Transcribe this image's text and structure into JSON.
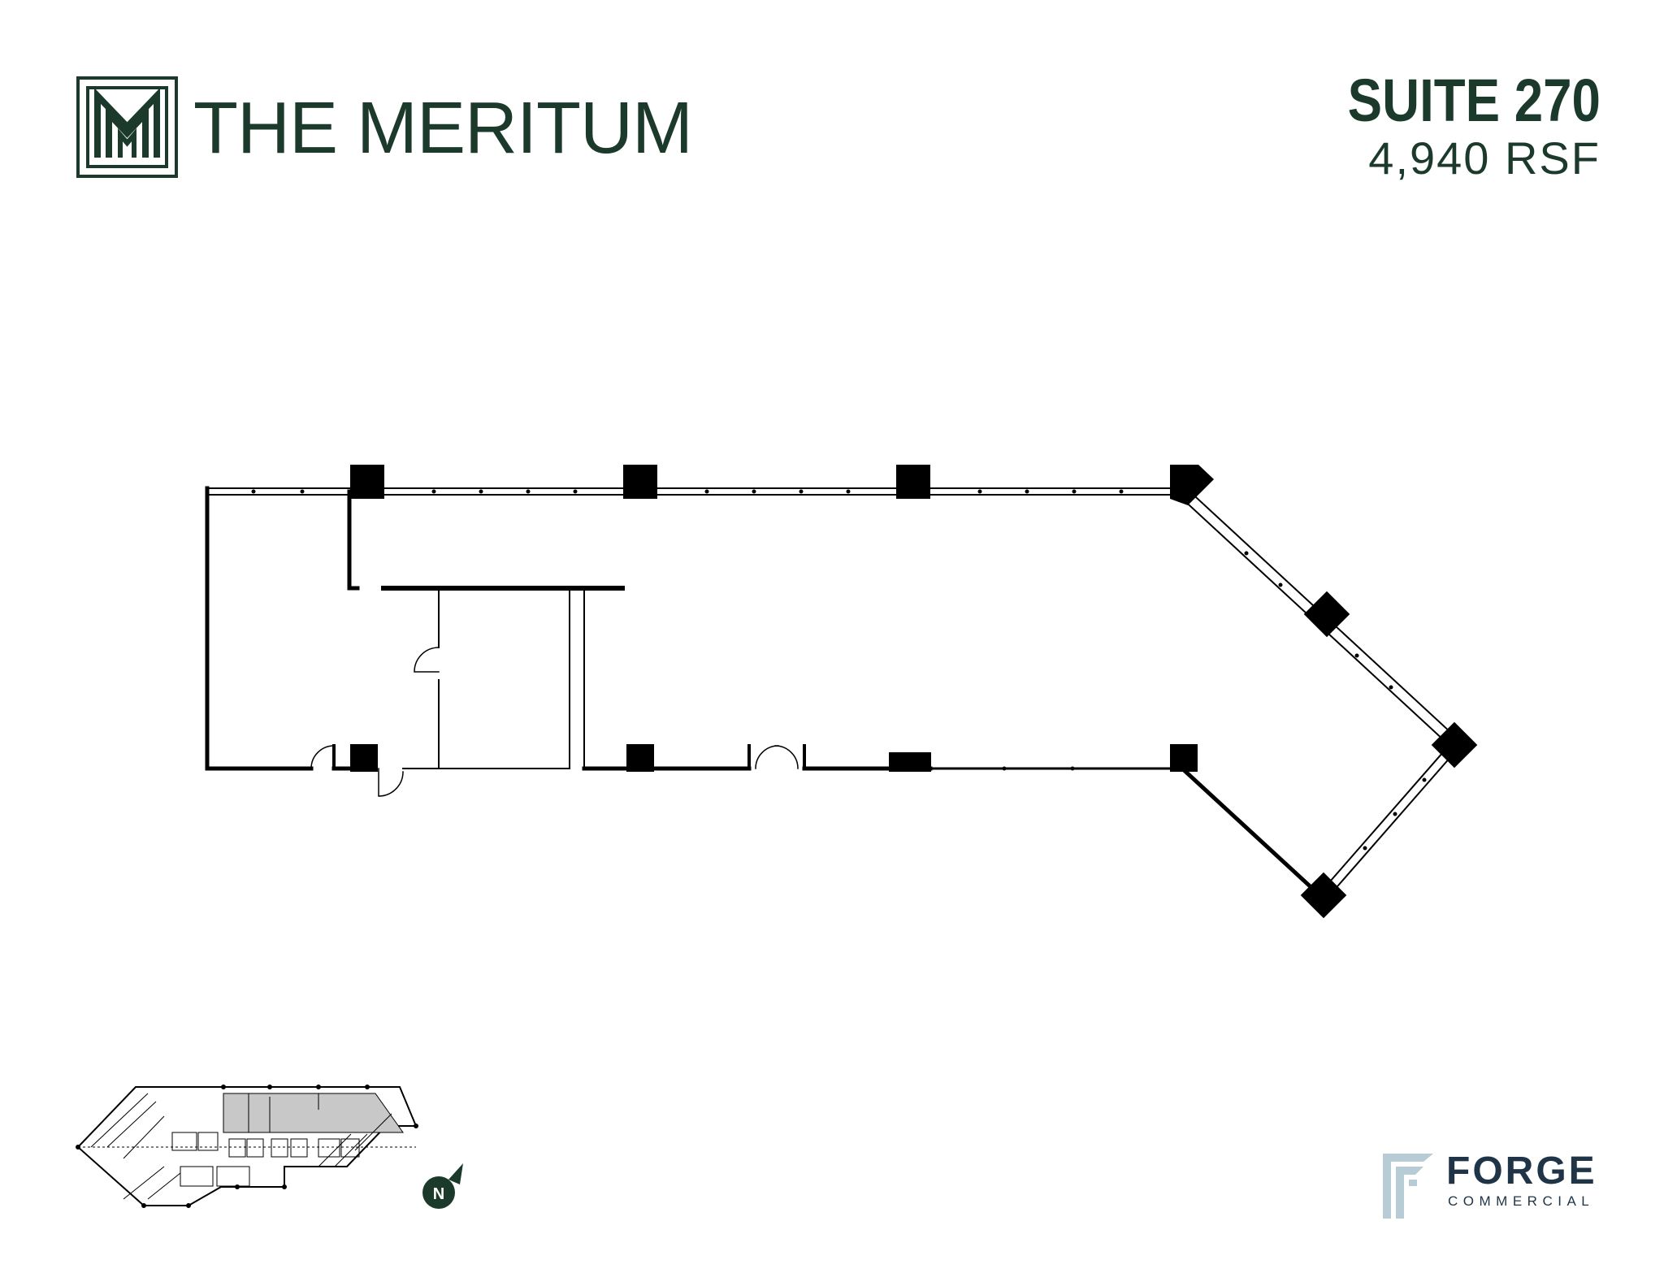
{
  "brand": {
    "name": "THE MERITUM",
    "logo_icon": "meritum-m-monogram",
    "color": "#1c3a2c"
  },
  "suite": {
    "title": "SUITE 270",
    "size": "4,940 RSF",
    "color": "#1c3a2c"
  },
  "floor_plan": {
    "icon": "suite-floor-plan",
    "wall_color": "#000000",
    "highlight_color": "#c8c8c8"
  },
  "keyplan": {
    "icon": "building-key-plan"
  },
  "compass": {
    "label": "N",
    "color": "#1c3a2c"
  },
  "footer_brand": {
    "name": "FORGE",
    "subtitle": "COMMERCIAL",
    "name_color": "#1f3447",
    "mark_color": "#b8ccd6"
  }
}
